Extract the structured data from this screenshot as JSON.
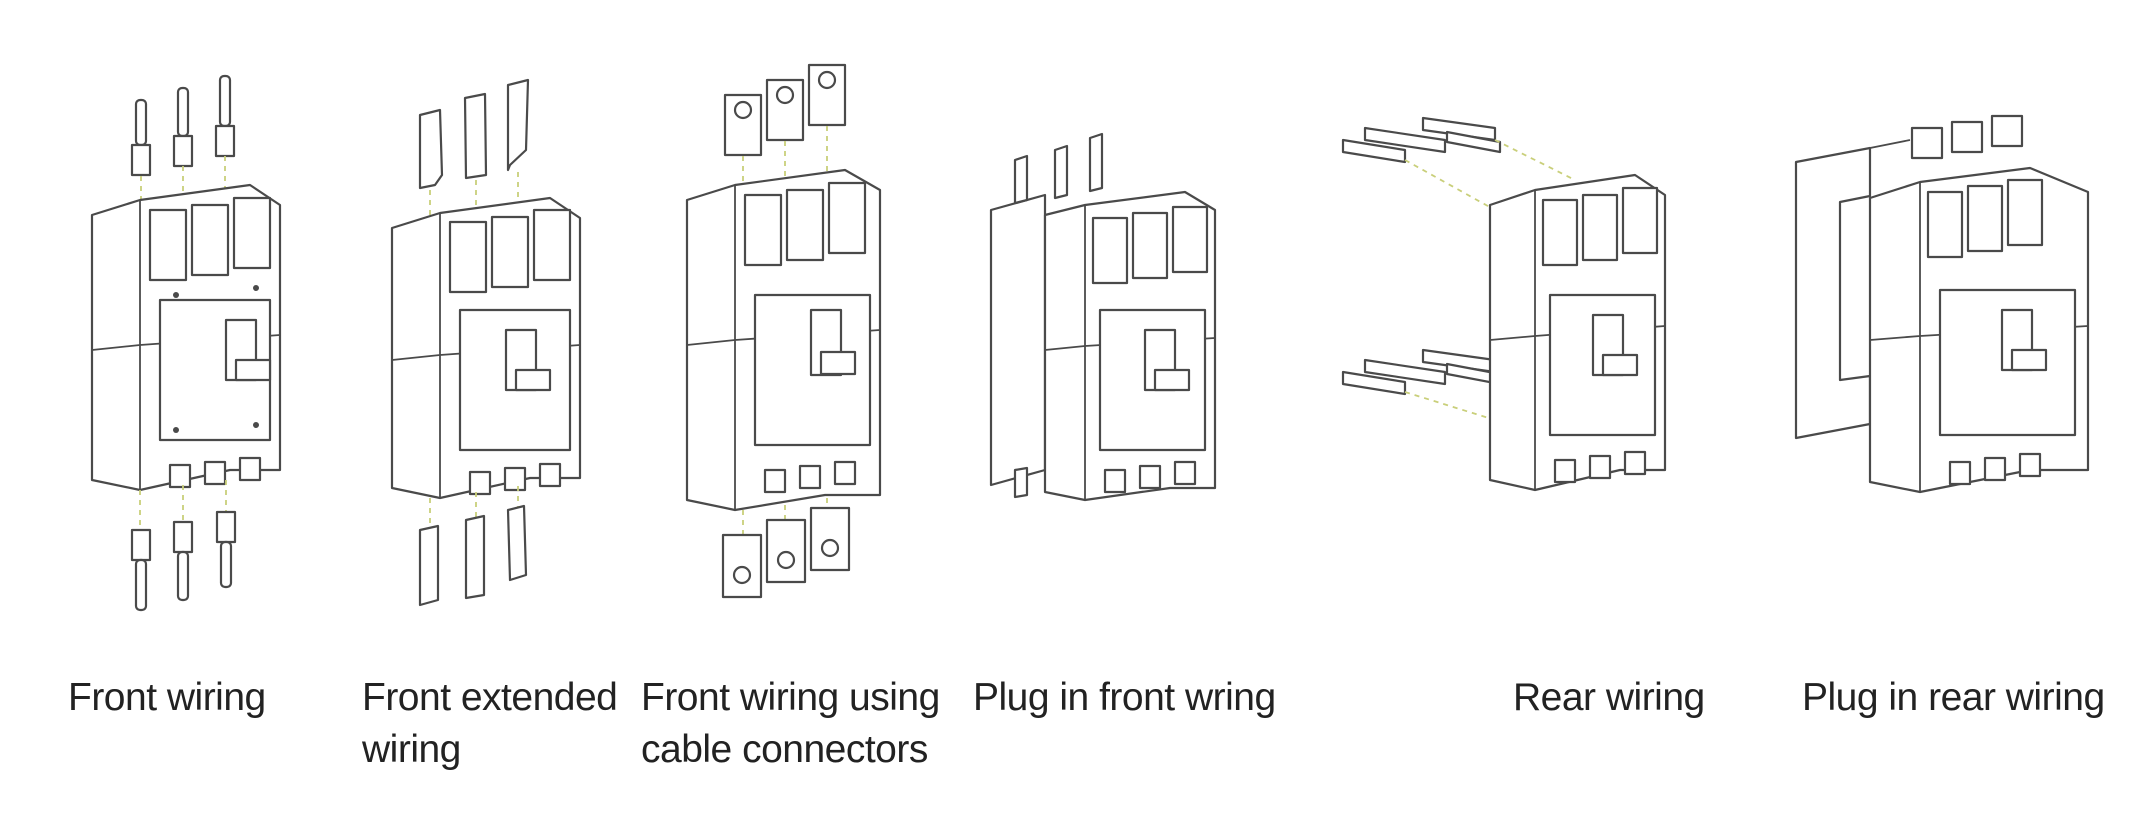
{
  "panels": [
    {
      "id": "front-wiring",
      "caption": [
        "Front wiring"
      ]
    },
    {
      "id": "front-extended-wiring",
      "caption": [
        "Front extended",
        "wiring"
      ]
    },
    {
      "id": "front-wiring-cable-connectors",
      "caption": [
        "Front wiring using",
        "cable connectors"
      ]
    },
    {
      "id": "plug-in-front-wiring",
      "caption": [
        "Plug in front wring"
      ]
    },
    {
      "id": "rear-wiring",
      "caption": [
        "Rear wiring"
      ]
    },
    {
      "id": "plug-in-rear-wiring",
      "caption": [
        "Plug in rear wiring"
      ]
    }
  ],
  "colors": {
    "line": "#4a4a4a",
    "dash": "#c9cf7a",
    "text": "#222222",
    "background": "#ffffff"
  }
}
